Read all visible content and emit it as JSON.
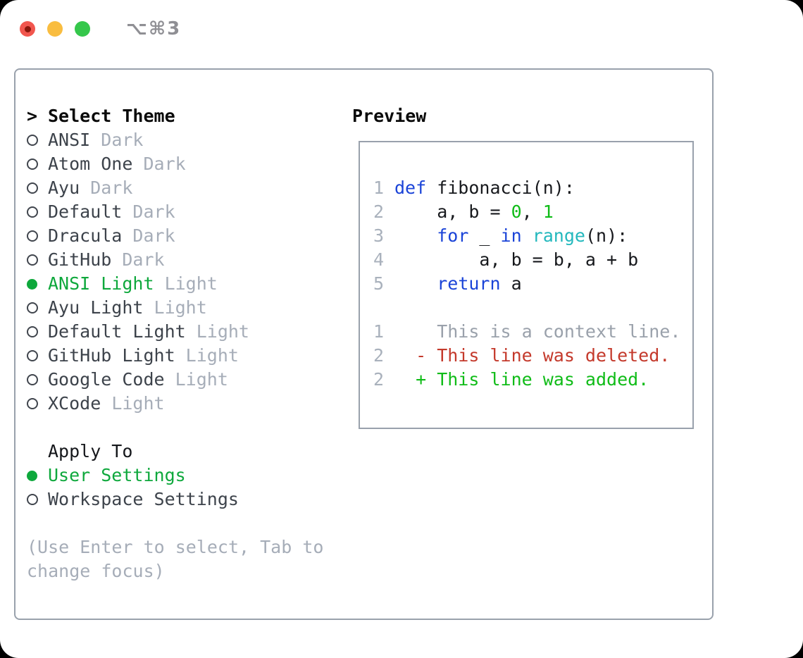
{
  "titlebar": {
    "title": "⌥⌘3",
    "buttons": [
      "close-button",
      "minimize-button",
      "zoom-button"
    ]
  },
  "panel": {
    "select_theme": {
      "header_marker": ">",
      "header": "Select Theme",
      "items": [
        {
          "name": "ANSI",
          "variant": "Dark",
          "selected": false
        },
        {
          "name": "Atom One",
          "variant": "Dark",
          "selected": false
        },
        {
          "name": "Ayu",
          "variant": "Dark",
          "selected": false
        },
        {
          "name": "Default",
          "variant": "Dark",
          "selected": false
        },
        {
          "name": "Dracula",
          "variant": "Dark",
          "selected": false
        },
        {
          "name": "GitHub",
          "variant": "Dark",
          "selected": false
        },
        {
          "name": "ANSI Light",
          "variant": "Light",
          "selected": true
        },
        {
          "name": "Ayu Light",
          "variant": "Light",
          "selected": false
        },
        {
          "name": "Default Light",
          "variant": "Light",
          "selected": false
        },
        {
          "name": "GitHub Light",
          "variant": "Light",
          "selected": false
        },
        {
          "name": "Google Code",
          "variant": "Light",
          "selected": false
        },
        {
          "name": "XCode",
          "variant": "Light",
          "selected": false
        }
      ]
    },
    "apply_to": {
      "header": "Apply To",
      "options": [
        {
          "label": "User Settings",
          "selected": true
        },
        {
          "label": "Workspace Settings",
          "selected": false
        }
      ]
    },
    "hint": {
      "text": "(Use Enter to select, Tab to change focus)"
    }
  },
  "preview": {
    "header": "Preview",
    "code_lines": [
      {
        "number": "1",
        "tokens": [
          {
            "t": "def",
            "c": "keyword"
          },
          {
            "t": " fibonacci(n):",
            "c": "plain"
          }
        ]
      },
      {
        "number": "2",
        "tokens": [
          {
            "t": "    a, b = ",
            "c": "plain"
          },
          {
            "t": "0",
            "c": "number"
          },
          {
            "t": ", ",
            "c": "plain"
          },
          {
            "t": "1",
            "c": "number"
          }
        ]
      },
      {
        "number": "3",
        "tokens": [
          {
            "t": "    ",
            "c": "plain"
          },
          {
            "t": "for",
            "c": "keyword"
          },
          {
            "t": " _ ",
            "c": "plain"
          },
          {
            "t": "in",
            "c": "keyword"
          },
          {
            "t": " ",
            "c": "plain"
          },
          {
            "t": "range",
            "c": "builtin"
          },
          {
            "t": "(n):",
            "c": "plain"
          }
        ]
      },
      {
        "number": "4",
        "tokens": [
          {
            "t": "        a, b = b, a + b",
            "c": "plain"
          }
        ]
      },
      {
        "number": "5",
        "tokens": [
          {
            "t": "    ",
            "c": "plain"
          },
          {
            "t": "return",
            "c": "keyword"
          },
          {
            "t": " a",
            "c": "plain"
          }
        ]
      },
      {
        "number": "",
        "tokens": []
      },
      {
        "number": "1",
        "tokens": [
          {
            "t": "    This is a context line.",
            "c": "context"
          }
        ]
      },
      {
        "number": "2",
        "tokens": [
          {
            "t": "  - This line was deleted.",
            "c": "deleted"
          }
        ]
      },
      {
        "number": "2",
        "tokens": [
          {
            "t": "  + This line was added.",
            "c": "added"
          }
        ]
      }
    ]
  },
  "colors": {
    "window_border": "#99a1ac",
    "selection_green": "#0ea83c",
    "muted_gray": "#a6adb8",
    "item_text": "#3d434b",
    "keyword_blue": "#1b44d8",
    "builtin_cyan": "#23b8bd",
    "number_green": "#10bc18",
    "deleted_red": "#c4392b",
    "added_green": "#10bc18",
    "traffic_red": "#f1564e",
    "traffic_yellow": "#f9bd40",
    "traffic_green": "#35c74b"
  }
}
